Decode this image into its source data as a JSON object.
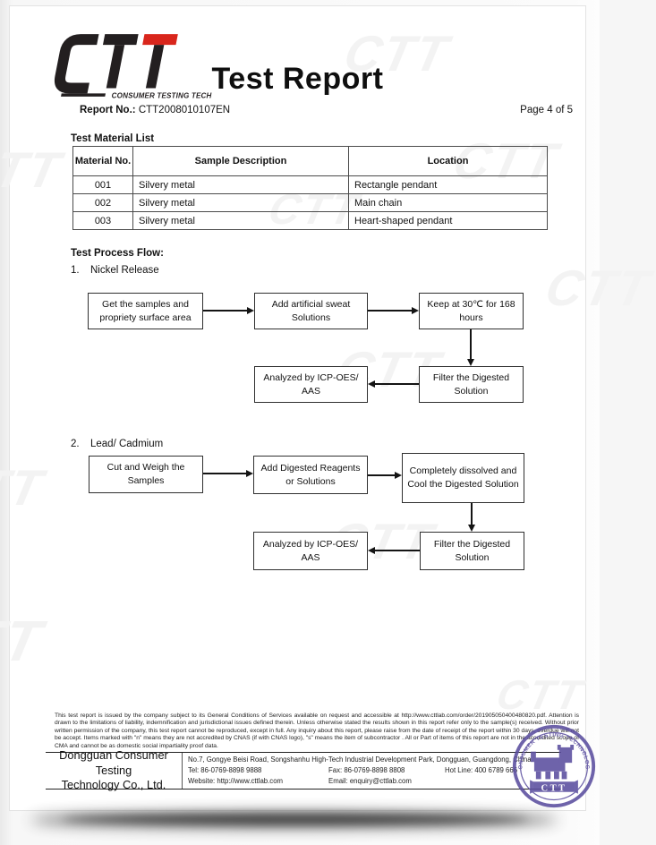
{
  "page": {
    "logo": {
      "text": "CTT",
      "tagline": "CONSUMER TESTING TECH"
    },
    "title": "Test Report",
    "report_no_label": "Report No.:",
    "report_no_value": "CTT2008010107EN",
    "page_indicator": "Page 4 of 5",
    "watermark_text": "CTT"
  },
  "colors": {
    "logo_red": "#d9261c",
    "logo_black": "#231f20",
    "stamp_purple": "#5b4e9f"
  },
  "material_list": {
    "heading": "Test Material List",
    "columns": [
      "Material No.",
      "Sample Description",
      "Location"
    ],
    "rows": [
      {
        "no": "001",
        "description": "Silvery metal",
        "location": "Rectangle pendant"
      },
      {
        "no": "002",
        "description": "Silvery metal",
        "location": "Main chain"
      },
      {
        "no": "003",
        "description": "Silvery metal",
        "location": "Heart-shaped pendant"
      }
    ]
  },
  "process_flow": {
    "heading": "Test Process Flow:",
    "sections": [
      {
        "number": "1.",
        "name": "Nickel Release",
        "steps": [
          "Get the samples and propriety surface area",
          "Add artificial sweat Solutions",
          "Keep at 30℃ for 168 hours",
          "Filter the Digested Solution",
          "Analyzed by ICP-OES/ AAS"
        ]
      },
      {
        "number": "2.",
        "name": "Lead/ Cadmium",
        "steps": [
          "Cut and Weigh the Samples",
          "Add Digested Reagents or Solutions",
          "Completely dissolved and Cool the Digested Solution",
          "Filter the Digested Solution",
          "Analyzed by ICP-OES/ AAS"
        ]
      }
    ]
  },
  "footer": {
    "disclaimer": "This test report is issued by the company subject to its General Conditions of Services available on request and accessible at http://www.cttlab.com/order/201905050400480820.pdf. Attention is drawn to the limitations of liability, indemnification and jurisdictional issues defined therein. Unless otherwise stated the results shown in this report refer only to the sample(s) received. Without prior written permission of the company, this test report cannot be reproduced, except in full. Any inquiry about this report, please raise from the date of receipt of the report within 30 days, overdue will not be accept. Items marked with \"n\" means they are not accredited by CNAS (if with CNAS logo), \"s\" means the item of subcontractor . All or Part of items of this report are not in the accredited scope of CMA and cannot be as domestic social impartiality proof data.",
    "company_name_line1": "Dongguan Consumer Testing",
    "company_name_line2": "Technology Co., Ltd.",
    "address": "No.7, Gongye Beisi Road, Songshanhu High-Tech Industrial Development Park, Dongguan, Guangdong, China.",
    "tel": "Tel: 86-0769-8898 9888",
    "fax": "Fax: 86-0769-8898 8808",
    "hotline": "Hot Line: 400 6789 666",
    "website": "Website: http://www.cttlab.com",
    "email": "Email: enquiry@cttlab.com",
    "stamp": {
      "ring_text": "CONSUMER TESTING TECHNOLOGY",
      "label": "CTT"
    }
  }
}
